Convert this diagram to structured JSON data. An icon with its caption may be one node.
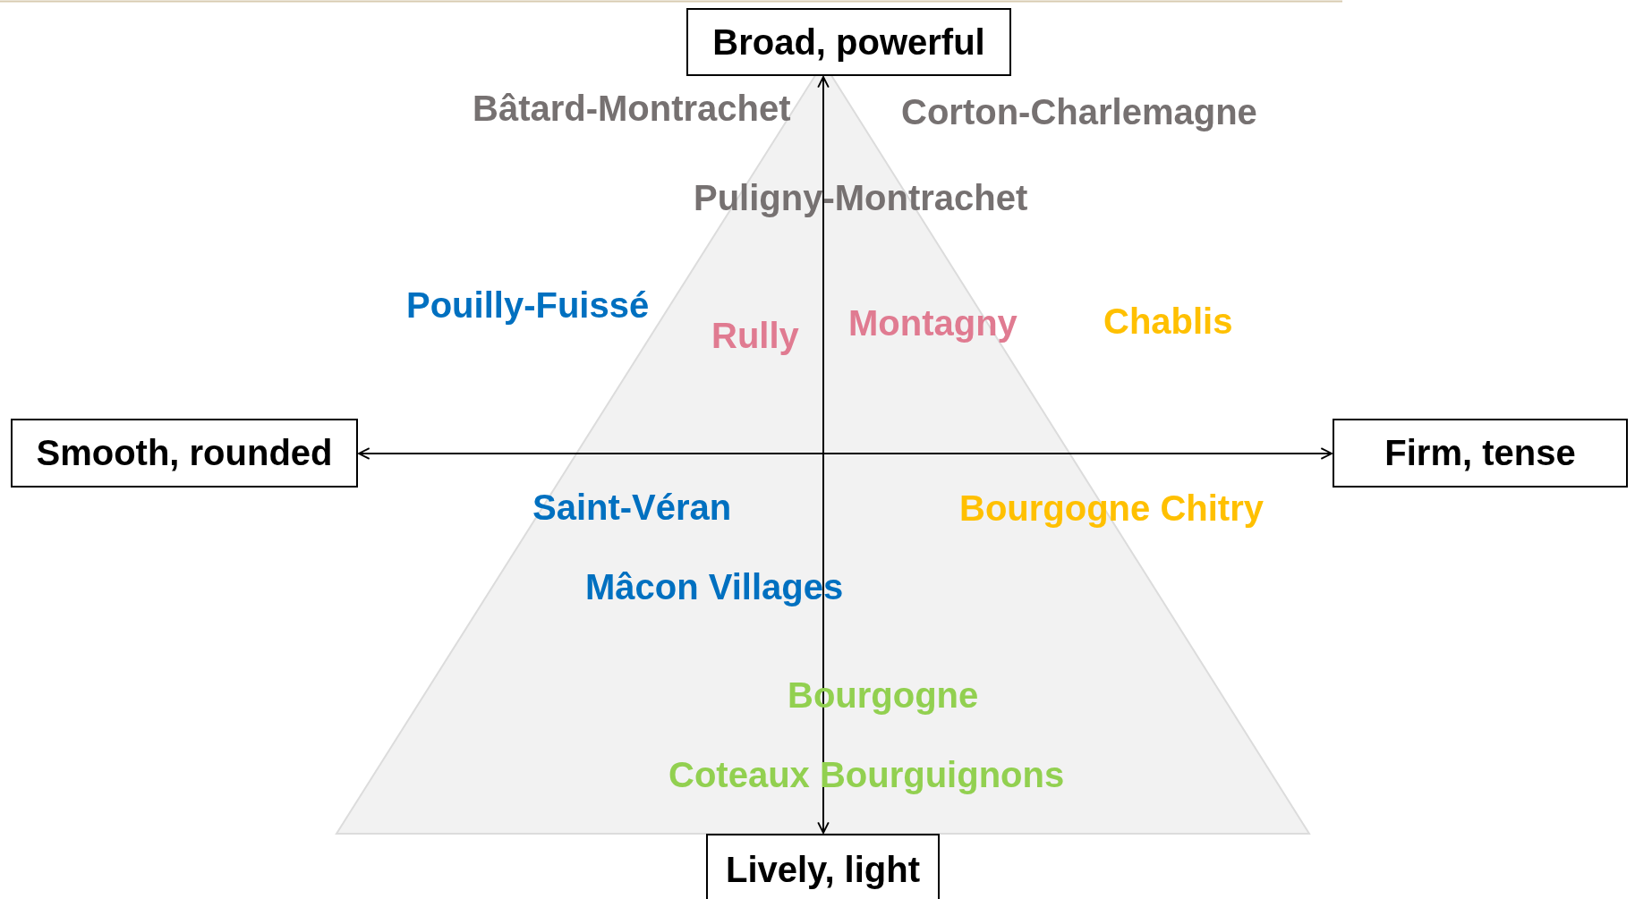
{
  "diagram": {
    "nodes": [
      {
        "text": [
          "Broad, powerful"
        ]
      },
      {
        "text": [
          "Smooth, rounded"
        ]
      },
      {
        "text": [
          "Firm, tense"
        ]
      },
      {
        "text": [
          "Lively, light"
        ]
      }
    ],
    "edges": [
      {
        "from": 0,
        "to": 3,
        "arrow": "both"
      },
      {
        "from": 1,
        "to": 2,
        "arrow": "both"
      }
    ],
    "labels": [
      "Bâtard-Montrachet",
      "Corton-Charlemagne",
      "Puligny-Montrachet",
      "Pouilly-Fuissé",
      "Rully",
      "Montagny",
      "Chablis",
      "Saint-Véran",
      "Bourgogne Chitry",
      "Mâcon Villages",
      "Bourgogne",
      "Coteaux Bourguignons"
    ]
  }
}
